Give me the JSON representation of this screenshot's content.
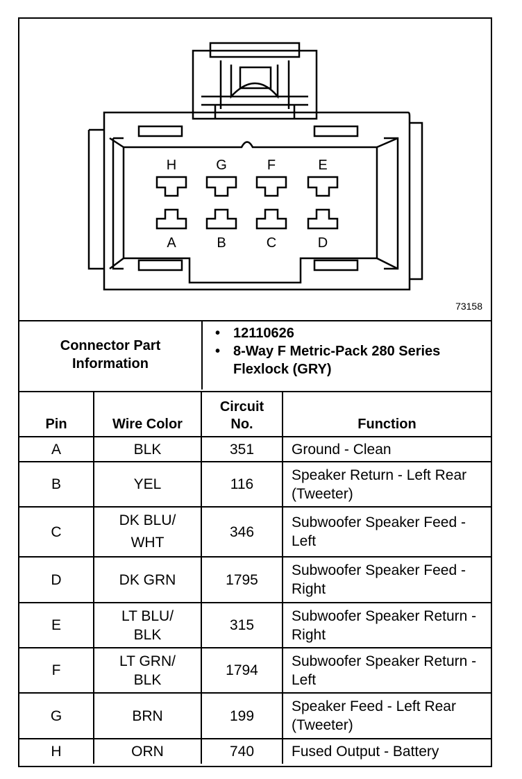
{
  "figure_id": "73158",
  "connector": {
    "pins_top_row": [
      "H",
      "G",
      "F",
      "E"
    ],
    "pins_bottom_row": [
      "A",
      "B",
      "C",
      "D"
    ]
  },
  "connector_info": {
    "label": "Connector Part Information",
    "items": [
      "12110626",
      "8-Way F Metric-Pack 280 Series Flexlock (GRY)"
    ]
  },
  "table": {
    "headers": {
      "pin": "Pin",
      "wire_color": "Wire Color",
      "circuit": "Circuit No.",
      "function": "Function"
    },
    "rows": [
      {
        "pin": "A",
        "wire": "BLK",
        "circuit": "351",
        "function": "Ground - Clean"
      },
      {
        "pin": "B",
        "wire": "YEL",
        "circuit": "116",
        "function": "Speaker Return - Left Rear (Tweeter)"
      },
      {
        "pin": "C",
        "wire": "DK BLU/ WHT",
        "circuit": "346",
        "function": "Subwoofer Speaker Feed - Left"
      },
      {
        "pin": "D",
        "wire": "DK GRN",
        "circuit": "1795",
        "function": "Subwoofer Speaker Feed - Right"
      },
      {
        "pin": "E",
        "wire": "LT BLU/ BLK",
        "circuit": "315",
        "function": "Subwoofer Speaker Return - Right"
      },
      {
        "pin": "F",
        "wire": "LT GRN/ BLK",
        "circuit": "1794",
        "function": "Subwoofer Speaker Return - Left"
      },
      {
        "pin": "G",
        "wire": "BRN",
        "circuit": "199",
        "function": "Speaker Feed - Left Rear (Tweeter)"
      },
      {
        "pin": "H",
        "wire": "ORN",
        "circuit": "740",
        "function": "Fused Output - Battery"
      }
    ]
  }
}
